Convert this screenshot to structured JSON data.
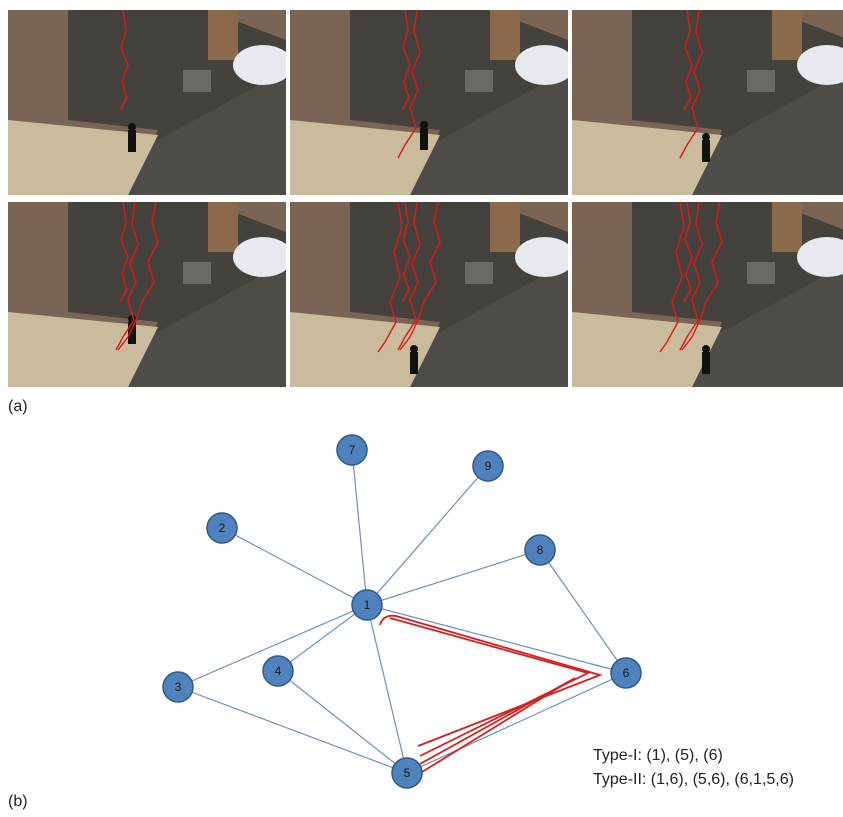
{
  "panel_a": {
    "label": "(a)",
    "frames": [
      {
        "trajectory_count": 1
      },
      {
        "trajectory_count": 2
      },
      {
        "trajectory_count": 2
      },
      {
        "trajectory_count": 3
      },
      {
        "trajectory_count": 4
      },
      {
        "trajectory_count": 4
      }
    ],
    "colors": {
      "trajectory": "#e01818"
    }
  },
  "panel_b": {
    "label": "(b)",
    "nodes": [
      "1",
      "2",
      "3",
      "4",
      "5",
      "6",
      "7",
      "8",
      "9"
    ],
    "edges": [
      [
        "1",
        "7"
      ],
      [
        "1",
        "9"
      ],
      [
        "1",
        "2"
      ],
      [
        "1",
        "8"
      ],
      [
        "1",
        "3"
      ],
      [
        "1",
        "4"
      ],
      [
        "1",
        "5"
      ],
      [
        "1",
        "6"
      ],
      [
        "3",
        "5"
      ],
      [
        "4",
        "5"
      ],
      [
        "5",
        "6"
      ],
      [
        "8",
        "6"
      ]
    ],
    "legend": {
      "type1": "Type-I: (1), (5), (6)",
      "type2": "Type-II: (1,6), (5,6), (6,1,5,6)"
    },
    "colors": {
      "node_fill": "#4f81bd",
      "node_stroke": "#2e5a8a",
      "edge": "#6f8fbf",
      "path": "#d42020"
    }
  }
}
